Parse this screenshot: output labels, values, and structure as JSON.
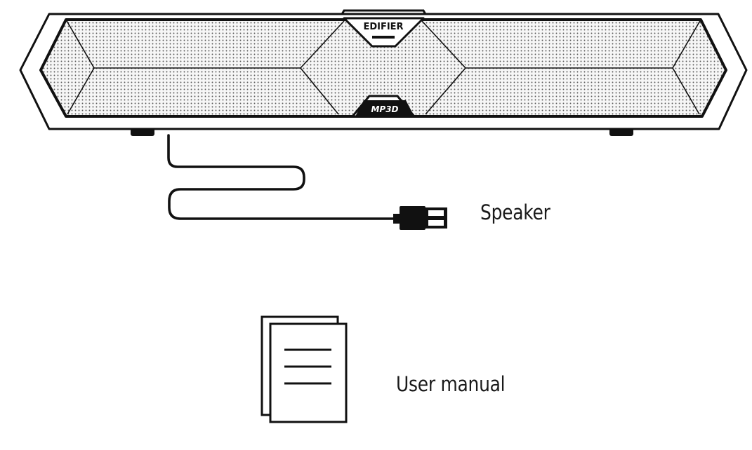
{
  "items": [
    {
      "label": "Speaker"
    },
    {
      "label": "User manual"
    }
  ],
  "speaker": {
    "brand_logo": "EDIFIER",
    "model_logo": "MP3D"
  },
  "colors": {
    "line": "#111111",
    "grille": "#eeeeee",
    "background": "#ffffff"
  }
}
